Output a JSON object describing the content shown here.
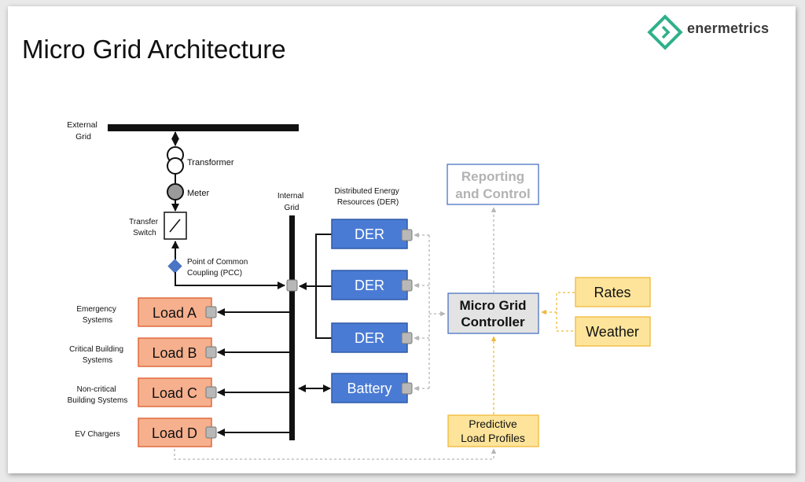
{
  "slide": {
    "title": "Micro Grid Architecture",
    "brand": "enermetrics",
    "brand_color": "#2fb08a"
  },
  "labels": {
    "external_grid": [
      "External",
      "Grid"
    ],
    "transformer": "Transformer",
    "meter": "Meter",
    "transfer_switch": [
      "Transfer",
      "Switch"
    ],
    "pcc": [
      "Point of Common",
      "Coupling (PCC)"
    ],
    "internal_grid": [
      "Internal",
      "Grid"
    ],
    "der_group": [
      "Distributed Energy",
      "Resources (DER)"
    ]
  },
  "loads": [
    {
      "name": "Load A",
      "desc": [
        "Emergency",
        "Systems"
      ]
    },
    {
      "name": "Load B",
      "desc": [
        "Critical Building",
        "Systems"
      ]
    },
    {
      "name": "Load C",
      "desc": [
        "Non-critical",
        "Building Systems"
      ]
    },
    {
      "name": "Load D",
      "desc": [
        "EV Chargers"
      ]
    }
  ],
  "resources": [
    {
      "name": "DER"
    },
    {
      "name": "DER"
    },
    {
      "name": "DER"
    },
    {
      "name": "Battery"
    }
  ],
  "controller": [
    "Micro Grid",
    "Controller"
  ],
  "reporting": [
    "Reporting",
    "and Control"
  ],
  "rates": "Rates",
  "weather": "Weather",
  "predictive": [
    "Predictive",
    "Load Profiles"
  ],
  "colors": {
    "load_fill": "#f6b08e",
    "load_stroke": "#e06a3b",
    "der_fill": "#4a7bd4",
    "der_stroke": "#2f5aa6",
    "controller_fill": "#e3e3e3",
    "reporting_text": "#b3b3b3",
    "yellow_fill": "#fde49a",
    "yellow_stroke": "#f0b93a",
    "pcc_diamond": "#4a74c4"
  }
}
